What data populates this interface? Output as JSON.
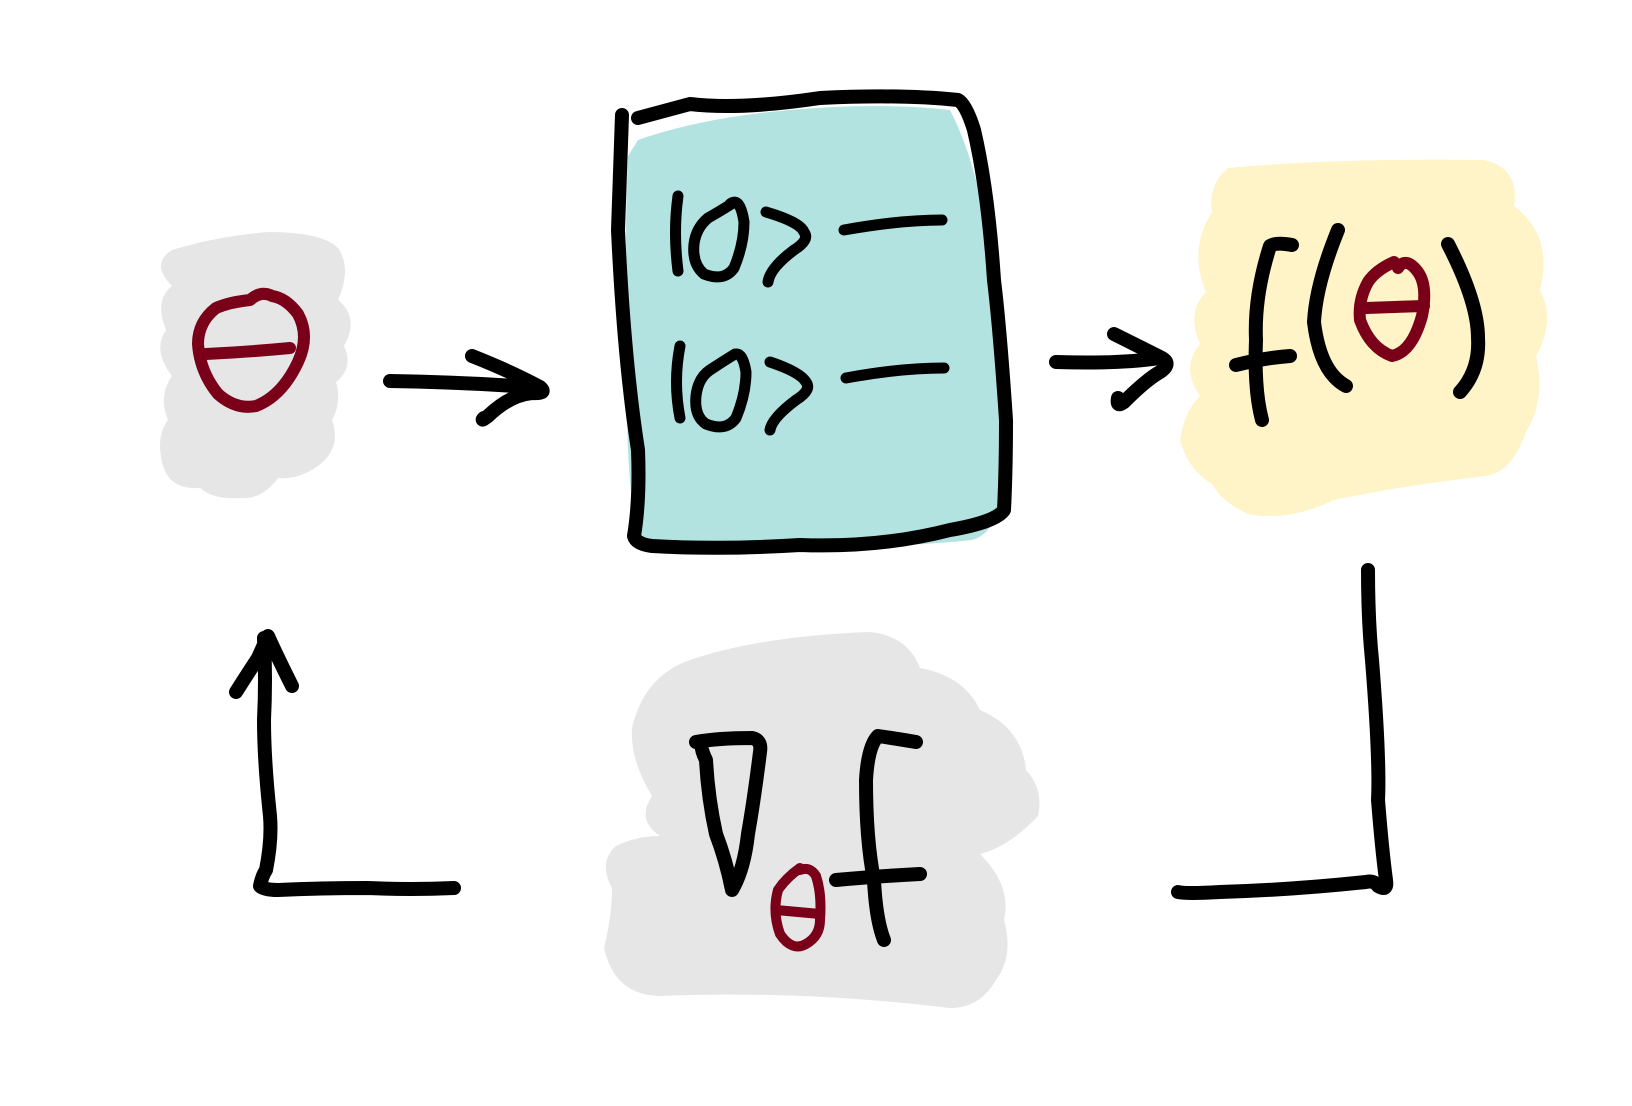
{
  "colors": {
    "background": "#ffffff",
    "ink": "#000000",
    "theta_accent": "#7a0019",
    "parameter_fill": "#e6e6e6",
    "model_fill": "#b3e3e1",
    "output_fill": "#fff3c8",
    "gradient_fill": "#e6e6e6"
  },
  "nodes": {
    "parameter": {
      "symbol": "θ"
    },
    "model": {
      "rows": [
        {
          "label": "10?",
          "value": "—"
        },
        {
          "label": "10?",
          "value": "—"
        }
      ]
    },
    "output": {
      "function": "f",
      "open_paren": "(",
      "arg": "θ",
      "close_paren": ")"
    },
    "gradient": {
      "nabla": "∇",
      "subscript": "θ",
      "function": "f"
    }
  },
  "edges": [
    {
      "from": "parameter",
      "to": "model"
    },
    {
      "from": "model",
      "to": "output"
    },
    {
      "from": "output",
      "to": "gradient"
    },
    {
      "from": "gradient",
      "to": "parameter"
    }
  ]
}
